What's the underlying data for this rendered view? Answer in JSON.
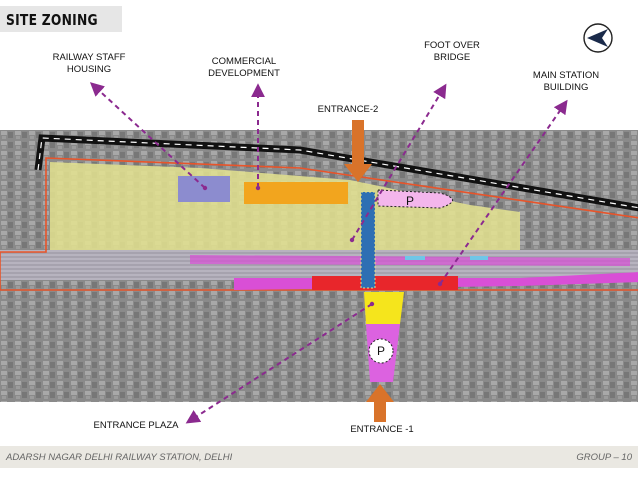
{
  "title": "SITE ZONING",
  "labels": {
    "railway_staff_housing": [
      "RAILWAY STAFF",
      "HOUSING"
    ],
    "commercial_development": [
      "COMMERCIAL",
      "DEVELOPMENT"
    ],
    "foot_over_bridge": [
      "FOOT OVER",
      "BRIDGE"
    ],
    "main_station_building": [
      "MAIN STATION",
      "BUILDING"
    ],
    "entrance_2": "ENTRANCE-2",
    "entrance_1": "ENTRANCE -1",
    "entrance_plaza": "ENTRANCE PLAZA",
    "parking_north": "P",
    "parking_south": "P"
  },
  "footer": {
    "left": "ADARSH NAGAR DELHI RAILWAY STATION, DELHI",
    "right": "GROUP – 10"
  },
  "colors": {
    "housing": "#8c8ccf",
    "commercial": "#f2a51e",
    "station": "#e8262b",
    "platform_zone": "#d94fd6",
    "green_zone": "#e4e38f",
    "bridge": "#2e6fb3",
    "plaza": "#f5e51c",
    "parking": "#f4b6ec",
    "arrow": "#d9732a",
    "leader": "#8b2a8f",
    "boundary": "#e8542a"
  }
}
